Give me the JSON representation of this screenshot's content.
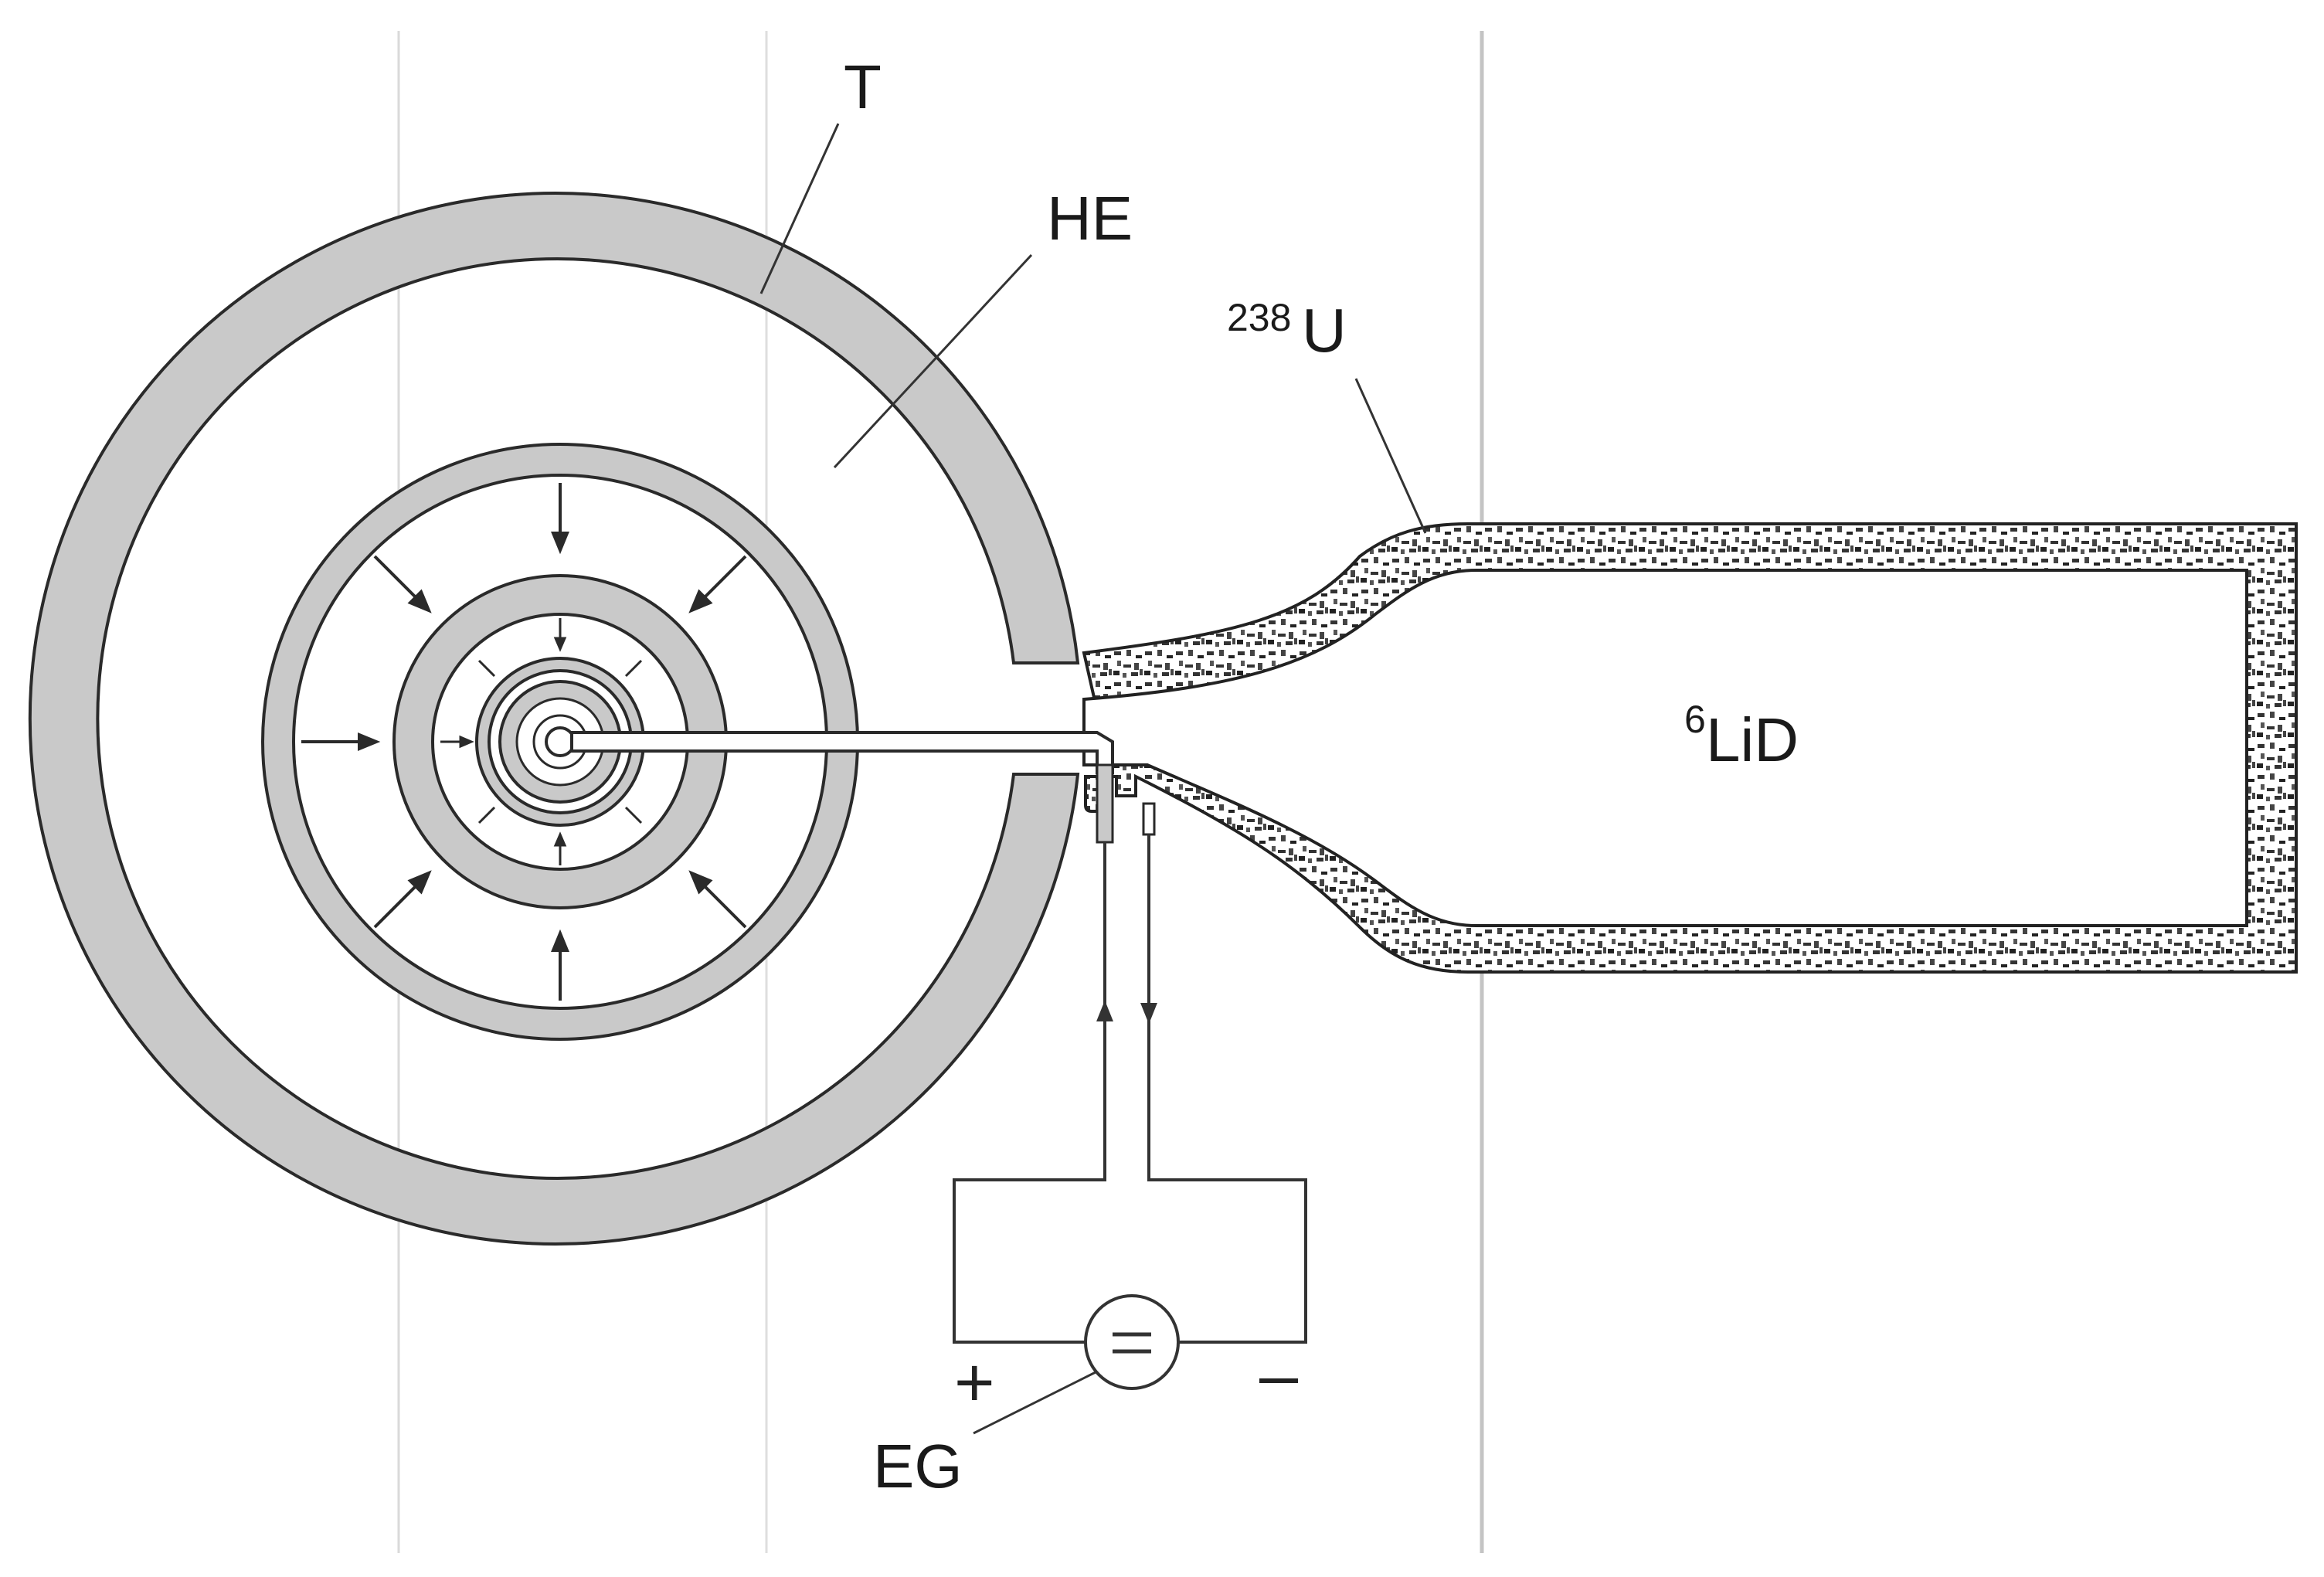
{
  "labels": {
    "tamper": "T",
    "high_explosive": "HE",
    "uranium_sup": "238",
    "uranium": "U",
    "lithium_sup": "6",
    "lithium": "LiD",
    "plus": "+",
    "minus": "–",
    "generator": "EG",
    "generator_symbol": "="
  },
  "colors": {
    "shell_fill": "#c9c9c9",
    "stroke": "#2a2a2a",
    "speckle": "#3a3a3a",
    "background": "#ffffff"
  }
}
